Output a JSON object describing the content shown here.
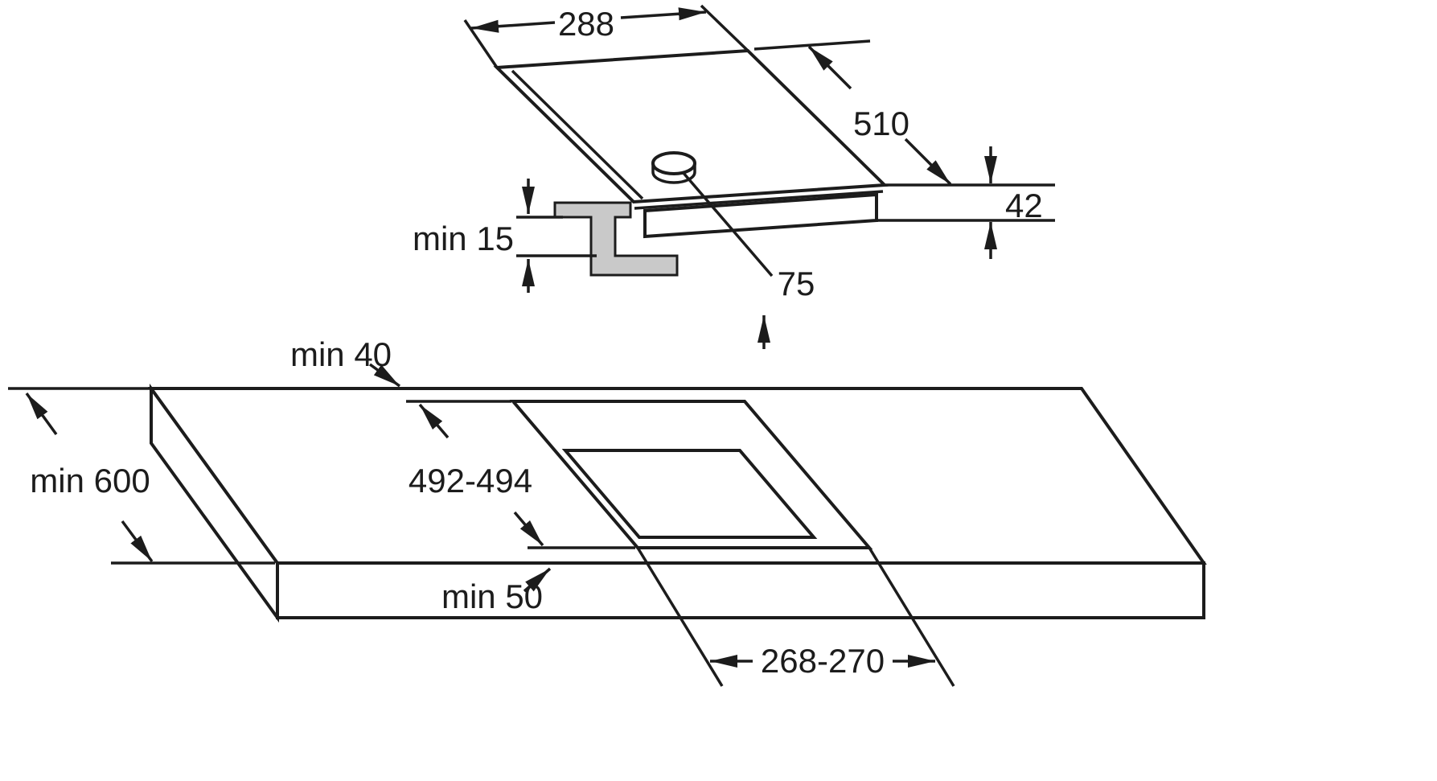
{
  "colors": {
    "line": "#1c1c1c",
    "bracket_fill": "#c9c9c9",
    "background": "#ffffff"
  },
  "hob_view": {
    "width": "288",
    "depth": "510",
    "height": "42",
    "min_clearance_below": "min 15",
    "burner_offset": "75"
  },
  "worktop_view": {
    "min_rear_distance": "min 40",
    "min_worktop_depth": "min 600",
    "cutout_depth": "492-494",
    "min_front_distance": "min 50",
    "cutout_width": "268-270"
  }
}
